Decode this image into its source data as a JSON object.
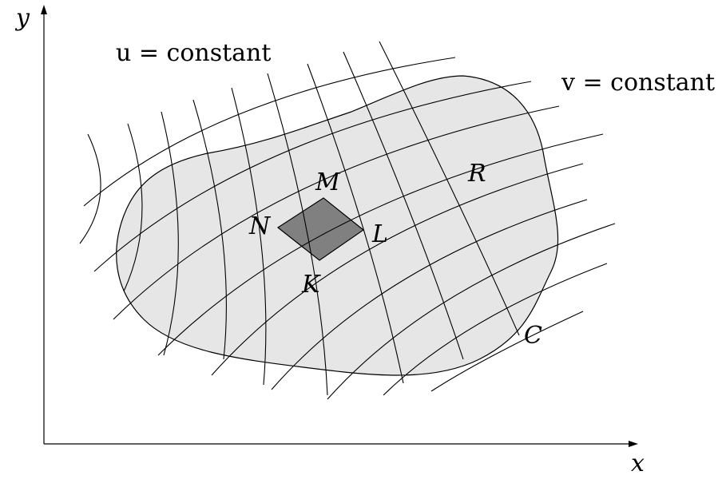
{
  "axes": {
    "x_label": "x",
    "y_label": "y"
  },
  "curve_labels": {
    "u_constant": "u = constant",
    "v_constant": "v = constant"
  },
  "points": {
    "M": "M",
    "N": "N",
    "L": "L",
    "K": "K"
  },
  "region_label": "R",
  "boundary_label": "C",
  "colors": {
    "region_fill": "#e6e6e6",
    "cell_fill": "#808080",
    "stroke": "#000000"
  }
}
